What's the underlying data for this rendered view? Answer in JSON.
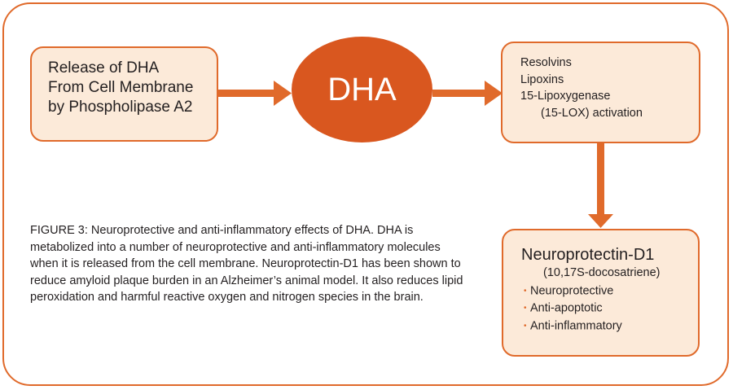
{
  "diagram": {
    "release_box": {
      "lines": [
        "Release of DHA",
        "From Cell Membrane",
        "by Phospholipase A2"
      ]
    },
    "dha_node": {
      "label": "DHA"
    },
    "metabolites_box": {
      "lines": [
        "Resolvins",
        "Lipoxins",
        "15-Lipoxygenase",
        "(15-LOX) activation"
      ]
    },
    "neuroprotectin_box": {
      "title": "Neuroprotectin-D1",
      "subtitle": "(10,17S-docosatriene)",
      "bullet": "•",
      "items": [
        "Neuroprotective",
        "Anti-apoptotic",
        "Anti-inflammatory"
      ]
    },
    "caption": "FIGURE 3: Neuroprotective and anti-inflammatory effects of DHA. DHA is metabolized into a number of neuroprotective and anti-inflammatory molecules when it is released from the cell membrane. Neuroprotectin-D1 has been shown to reduce amyloid plaque burden in an Alzheimer’s animal model. It also reduces lipid peroxidation and harmful reactive oxygen and nitrogen species in the brain."
  },
  "colors": {
    "accent": "#e06a2b",
    "ellipse_fill": "#d9571f",
    "box_fill": "#fcead9",
    "text": "#231f20"
  }
}
